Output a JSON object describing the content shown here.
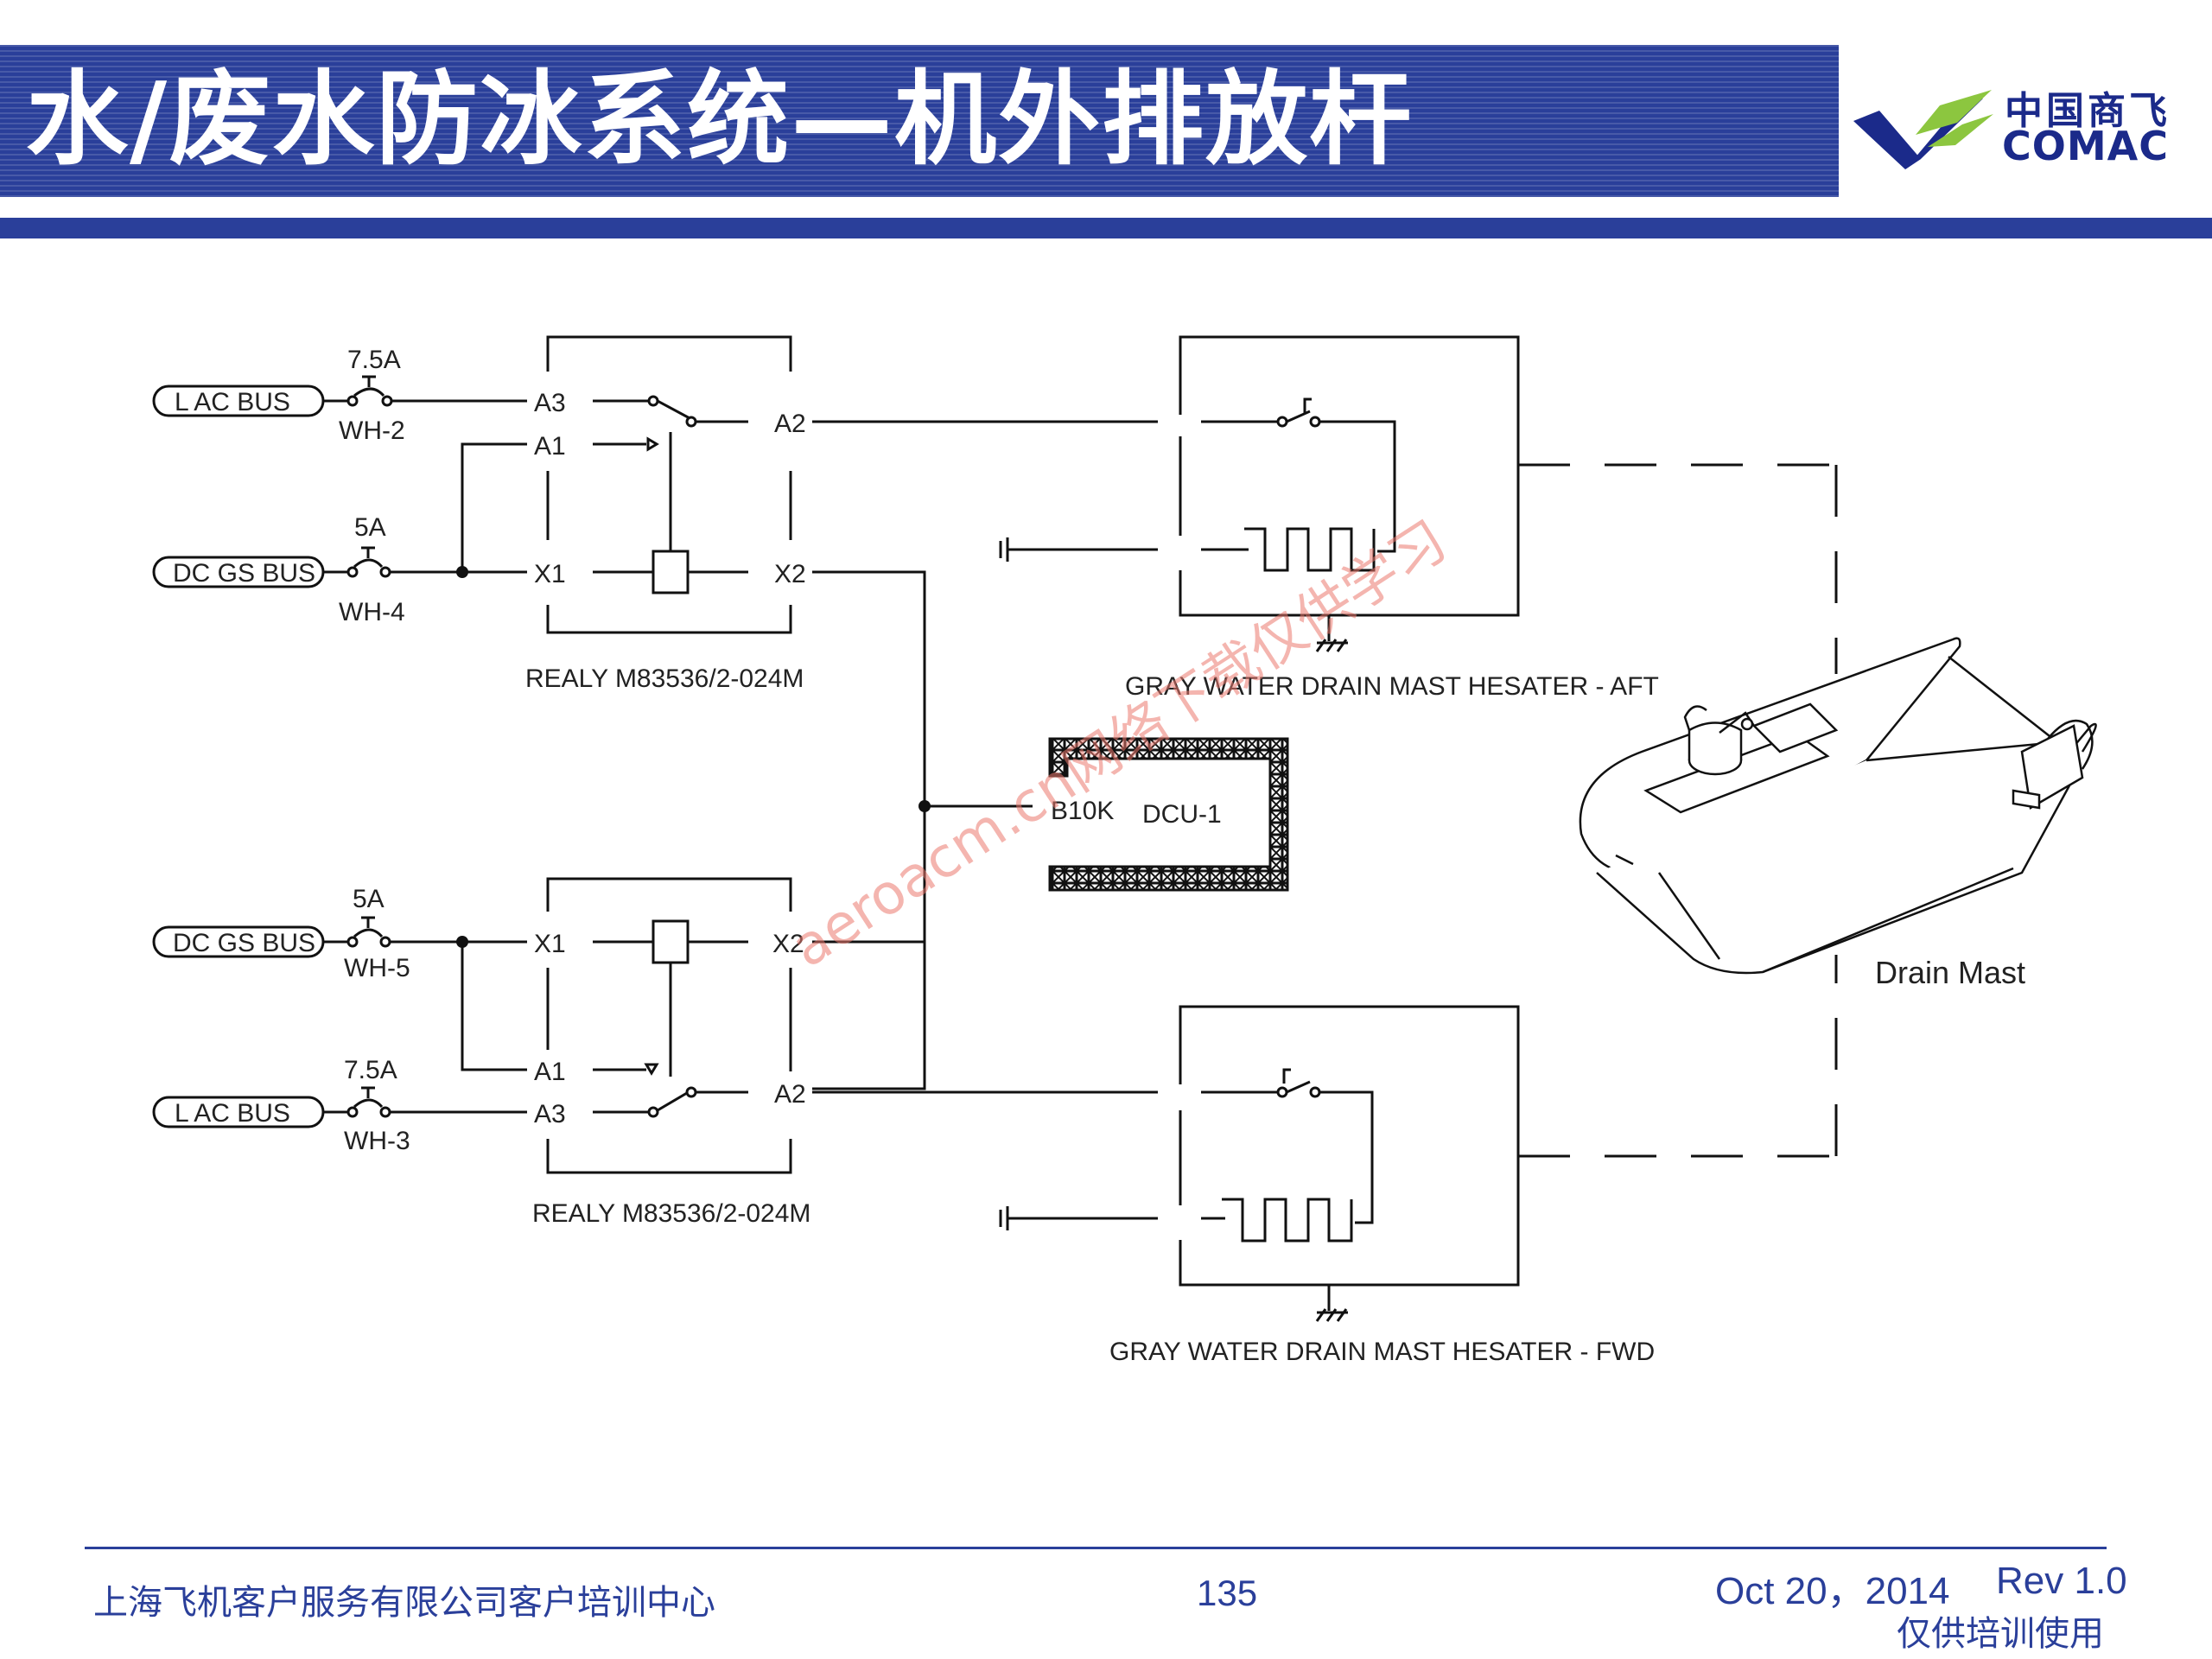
{
  "header": {
    "title": "水/废水防冰系统—机外排放杆",
    "logo_cn": "中国商飞",
    "logo_en": "COMAC"
  },
  "colors": {
    "brand_blue": "#2a3f9a",
    "logo_green": "#8cc63f",
    "watermark": "#eb786e"
  },
  "watermark": "aeroacm.cn网络下载仅供学习",
  "diagram": {
    "upper": {
      "bus1": {
        "name": "L AC BUS",
        "breaker_rating": "7.5A",
        "breaker_id": "WH-2"
      },
      "bus2": {
        "name": "DC GS BUS",
        "breaker_rating": "5A",
        "breaker_id": "WH-4"
      },
      "relay": {
        "pins": [
          "A3",
          "A1",
          "X1",
          "A2",
          "X2"
        ],
        "label": "REALY  M83536/2-024M"
      },
      "heater_label": "GRAY WATER DRAIN MAST HESATER - AFT"
    },
    "lower": {
      "bus1": {
        "name": "DC GS BUS",
        "breaker_rating": "5A",
        "breaker_id": "WH-5"
      },
      "bus2": {
        "name": "L AC BUS",
        "breaker_rating": "7.5A",
        "breaker_id": "WH-3"
      },
      "relay": {
        "pins": [
          "X1",
          "A1",
          "A3",
          "X2",
          "A2"
        ],
        "label": "REALY  M83536/2-024M"
      },
      "heater_label": "GRAY WATER DRAIN MAST HESATER - FWD"
    },
    "dcu": {
      "pin": "B10K",
      "name": "DCU-1"
    },
    "drain_mast_label": "Drain Mast"
  },
  "footer": {
    "org": "上海飞机客户服务有限公司客户培训中心",
    "page": "135",
    "date": "Oct 20，2014",
    "rev": "Rev 1.0",
    "note": "仅供培训使用"
  }
}
